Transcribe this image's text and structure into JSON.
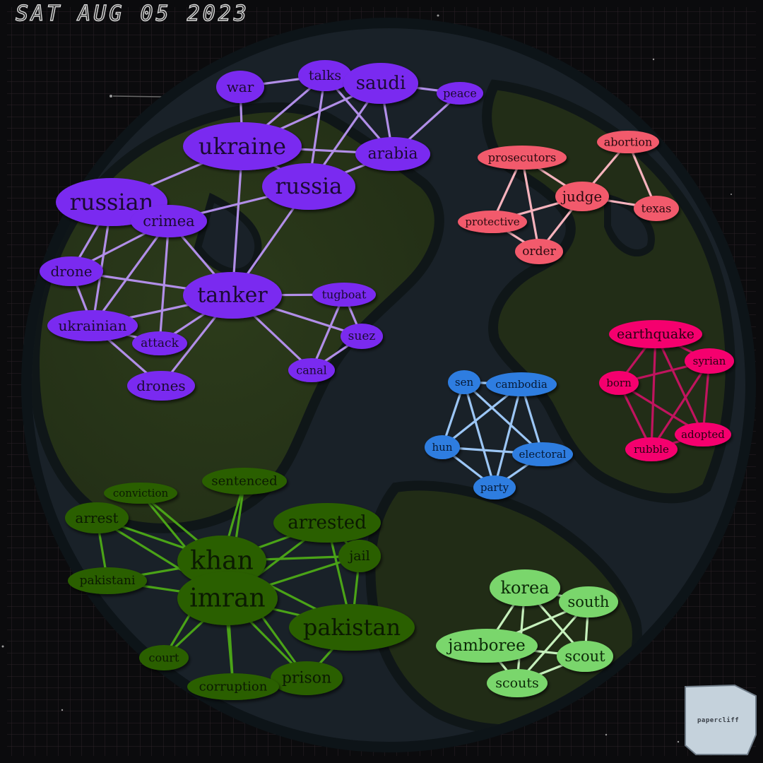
{
  "date": "SAT AUG 05 2023",
  "logo": "papercliff",
  "clusters": [
    {
      "id": "purple",
      "fill": "#7a2cf0",
      "edge": "#b18ee8",
      "text": "#1b0a33",
      "nodes": [
        {
          "id": "war",
          "label": "war"
        },
        {
          "id": "talks",
          "label": "talks"
        },
        {
          "id": "saudi",
          "label": "saudi"
        },
        {
          "id": "peace",
          "label": "peace"
        },
        {
          "id": "ukraine",
          "label": "ukraine"
        },
        {
          "id": "arabia",
          "label": "arabia"
        },
        {
          "id": "russia",
          "label": "russia"
        },
        {
          "id": "russian",
          "label": "russian"
        },
        {
          "id": "crimea",
          "label": "crimea"
        },
        {
          "id": "drone",
          "label": "drone"
        },
        {
          "id": "tanker",
          "label": "tanker"
        },
        {
          "id": "tugboat",
          "label": "tugboat"
        },
        {
          "id": "suez",
          "label": "suez"
        },
        {
          "id": "ukrainian",
          "label": "ukrainian"
        },
        {
          "id": "attack",
          "label": "attack"
        },
        {
          "id": "canal",
          "label": "canal"
        },
        {
          "id": "drones",
          "label": "drones"
        }
      ],
      "edges": [
        [
          "war",
          "ukraine"
        ],
        [
          "war",
          "talks"
        ],
        [
          "talks",
          "saudi"
        ],
        [
          "talks",
          "ukraine"
        ],
        [
          "talks",
          "arabia"
        ],
        [
          "talks",
          "russia"
        ],
        [
          "saudi",
          "peace"
        ],
        [
          "saudi",
          "arabia"
        ],
        [
          "saudi",
          "ukraine"
        ],
        [
          "saudi",
          "russia"
        ],
        [
          "peace",
          "arabia"
        ],
        [
          "ukraine",
          "arabia"
        ],
        [
          "ukraine",
          "russia"
        ],
        [
          "ukraine",
          "russian"
        ],
        [
          "ukraine",
          "tanker"
        ],
        [
          "russia",
          "arabia"
        ],
        [
          "russia",
          "crimea"
        ],
        [
          "russia",
          "tanker"
        ],
        [
          "russian",
          "crimea"
        ],
        [
          "russian",
          "drone"
        ],
        [
          "russian",
          "ukrainian"
        ],
        [
          "crimea",
          "drone"
        ],
        [
          "crimea",
          "tanker"
        ],
        [
          "crimea",
          "ukrainian"
        ],
        [
          "crimea",
          "attack"
        ],
        [
          "drone",
          "tanker"
        ],
        [
          "drone",
          "ukrainian"
        ],
        [
          "tanker",
          "ukrainian"
        ],
        [
          "tanker",
          "attack"
        ],
        [
          "tanker",
          "drones"
        ],
        [
          "tanker",
          "tugboat"
        ],
        [
          "tanker",
          "suez"
        ],
        [
          "tanker",
          "canal"
        ],
        [
          "tugboat",
          "suez"
        ],
        [
          "tugboat",
          "canal"
        ],
        [
          "suez",
          "canal"
        ],
        [
          "ukrainian",
          "attack"
        ],
        [
          "ukrainian",
          "drones"
        ]
      ]
    },
    {
      "id": "red",
      "fill": "#f25a6c",
      "edge": "#f7b3bd",
      "text": "#2a0a0f",
      "nodes": [
        {
          "id": "abortion",
          "label": "abortion"
        },
        {
          "id": "prosecutors",
          "label": "prosecutors"
        },
        {
          "id": "judge",
          "label": "judge"
        },
        {
          "id": "texas",
          "label": "texas"
        },
        {
          "id": "protective",
          "label": "protective"
        },
        {
          "id": "order",
          "label": "order"
        }
      ],
      "edges": [
        [
          "abortion",
          "judge"
        ],
        [
          "abortion",
          "texas"
        ],
        [
          "prosecutors",
          "judge"
        ],
        [
          "prosecutors",
          "protective"
        ],
        [
          "prosecutors",
          "order"
        ],
        [
          "judge",
          "texas"
        ],
        [
          "judge",
          "protective"
        ],
        [
          "judge",
          "order"
        ],
        [
          "protective",
          "order"
        ]
      ]
    },
    {
      "id": "magenta",
      "fill": "#f5006e",
      "edge": "#c0145e",
      "text": "#2a0012",
      "nodes": [
        {
          "id": "earthquake",
          "label": "earthquake"
        },
        {
          "id": "syrian",
          "label": "syrian"
        },
        {
          "id": "born",
          "label": "born"
        },
        {
          "id": "adopted",
          "label": "adopted"
        },
        {
          "id": "rubble",
          "label": "rubble"
        }
      ],
      "edges": [
        [
          "earthquake",
          "syrian"
        ],
        [
          "earthquake",
          "born"
        ],
        [
          "earthquake",
          "adopted"
        ],
        [
          "earthquake",
          "rubble"
        ],
        [
          "syrian",
          "born"
        ],
        [
          "syrian",
          "adopted"
        ],
        [
          "syrian",
          "rubble"
        ],
        [
          "born",
          "adopted"
        ],
        [
          "born",
          "rubble"
        ],
        [
          "adopted",
          "rubble"
        ]
      ]
    },
    {
      "id": "blue",
      "fill": "#2f7de0",
      "edge": "#9cc6f5",
      "text": "#061a36",
      "nodes": [
        {
          "id": "sen",
          "label": "sen"
        },
        {
          "id": "cambodia",
          "label": "cambodia"
        },
        {
          "id": "hun",
          "label": "hun"
        },
        {
          "id": "electoral",
          "label": "electoral"
        },
        {
          "id": "party",
          "label": "party"
        }
      ],
      "edges": [
        [
          "sen",
          "cambodia"
        ],
        [
          "sen",
          "hun"
        ],
        [
          "sen",
          "electoral"
        ],
        [
          "sen",
          "party"
        ],
        [
          "cambodia",
          "hun"
        ],
        [
          "cambodia",
          "electoral"
        ],
        [
          "cambodia",
          "party"
        ],
        [
          "hun",
          "electoral"
        ],
        [
          "hun",
          "party"
        ],
        [
          "electoral",
          "party"
        ]
      ]
    },
    {
      "id": "darkgreen",
      "fill": "#2a5e06",
      "edge": "#4aa317",
      "text": "#0b1a02",
      "nodes": [
        {
          "id": "sentenced",
          "label": "sentenced"
        },
        {
          "id": "conviction",
          "label": "conviction"
        },
        {
          "id": "arrest",
          "label": "arrest"
        },
        {
          "id": "arrested",
          "label": "arrested"
        },
        {
          "id": "jail",
          "label": "jail"
        },
        {
          "id": "khan",
          "label": "khan"
        },
        {
          "id": "pakistani",
          "label": "pakistani"
        },
        {
          "id": "imran",
          "label": "imran"
        },
        {
          "id": "pakistan",
          "label": "pakistan"
        },
        {
          "id": "court",
          "label": "court"
        },
        {
          "id": "prison",
          "label": "prison"
        },
        {
          "id": "corruption",
          "label": "corruption"
        }
      ],
      "edges": [
        [
          "sentenced",
          "khan"
        ],
        [
          "sentenced",
          "imran"
        ],
        [
          "conviction",
          "khan"
        ],
        [
          "conviction",
          "imran"
        ],
        [
          "arrest",
          "khan"
        ],
        [
          "arrest",
          "imran"
        ],
        [
          "arrest",
          "pakistani"
        ],
        [
          "arrested",
          "khan"
        ],
        [
          "arrested",
          "imran"
        ],
        [
          "arrested",
          "jail"
        ],
        [
          "arrested",
          "pakistan"
        ],
        [
          "jail",
          "khan"
        ],
        [
          "jail",
          "imran"
        ],
        [
          "jail",
          "pakistan"
        ],
        [
          "khan",
          "imran"
        ],
        [
          "khan",
          "pakistani"
        ],
        [
          "khan",
          "pakistan"
        ],
        [
          "pakistani",
          "imran"
        ],
        [
          "imran",
          "pakistan"
        ],
        [
          "imran",
          "court"
        ],
        [
          "imran",
          "prison"
        ],
        [
          "imran",
          "corruption"
        ],
        [
          "khan",
          "prison"
        ],
        [
          "khan",
          "corruption"
        ],
        [
          "pakistan",
          "prison"
        ],
        [
          "court",
          "khan"
        ]
      ]
    },
    {
      "id": "lightgreen",
      "fill": "#7ad66c",
      "edge": "#c6f0bc",
      "text": "#0c2a08",
      "nodes": [
        {
          "id": "korea",
          "label": "korea"
        },
        {
          "id": "south",
          "label": "south"
        },
        {
          "id": "jamboree",
          "label": "jamboree"
        },
        {
          "id": "scout",
          "label": "scout"
        },
        {
          "id": "scouts",
          "label": "scouts"
        }
      ],
      "edges": [
        [
          "korea",
          "south"
        ],
        [
          "korea",
          "jamboree"
        ],
        [
          "korea",
          "scout"
        ],
        [
          "korea",
          "scouts"
        ],
        [
          "south",
          "jamboree"
        ],
        [
          "south",
          "scout"
        ],
        [
          "south",
          "scouts"
        ],
        [
          "jamboree",
          "scout"
        ],
        [
          "jamboree",
          "scouts"
        ],
        [
          "scout",
          "scouts"
        ]
      ]
    }
  ]
}
